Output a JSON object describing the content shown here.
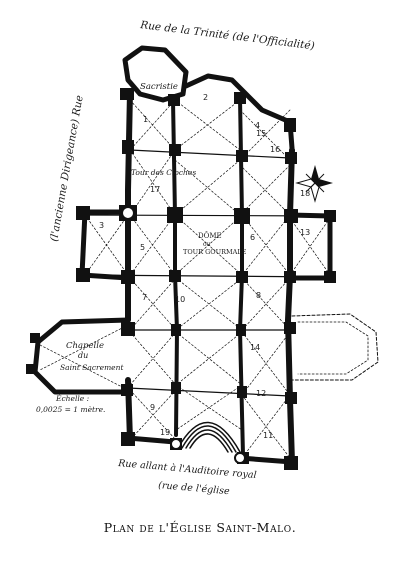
{
  "caption": "Plan de l'Église Saint-Malo.",
  "labels": {
    "street_top": "Rue de la Trinité (de l'Officialité)",
    "street_left": "(l'ancienne Dirigeance) Rue",
    "sacristie": "Sacristie",
    "tour_cloches": "Tour des Cloches",
    "dome_1": "DÔME",
    "dome_2": "ou",
    "dome_3": "TOUR GOURMALE",
    "chapelle_1": "Chapelle",
    "chapelle_2": "du",
    "chapelle_3": "Saint Sacrement",
    "echelle_1": "Échelle :",
    "echelle_2": "0,0025 = 1 mètre.",
    "allee_1": "Rue allant à l'Auditoire royal",
    "allee_2": "(rue de l'église"
  },
  "numbers": {
    "n1": "1",
    "n2": "2",
    "n3": "3",
    "n4": "4",
    "n5": "5",
    "n6": "6",
    "n7": "7",
    "n8": "8",
    "n9": "9",
    "n10": "10",
    "n11": "11",
    "n12": "12",
    "n13": "13",
    "n14": "14",
    "n15": "15",
    "n16": "16",
    "n17": "17",
    "n18": "18",
    "n19": "19"
  },
  "colors": {
    "ink": "#111111",
    "paper": "#ffffff"
  }
}
